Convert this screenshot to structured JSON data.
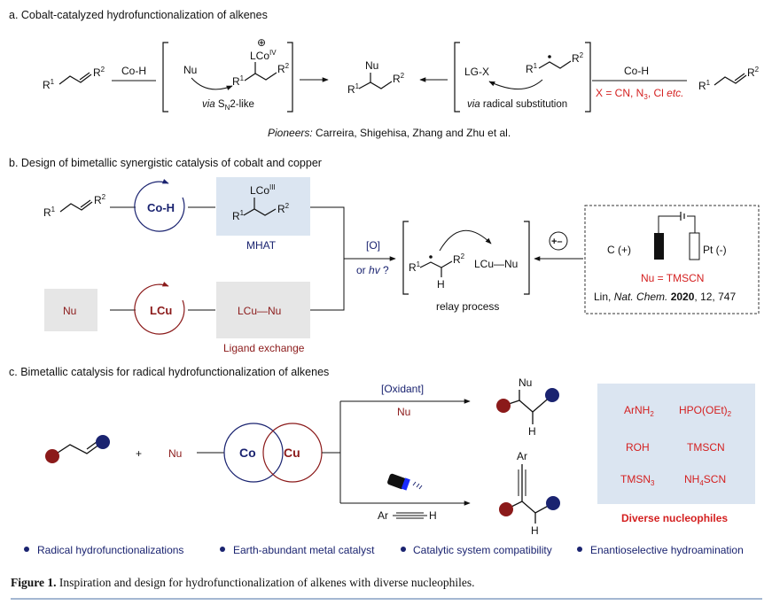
{
  "panel_a": {
    "title": "a. Cobalt-catalyzed hydrofunctionalization of alkenes",
    "left_alkene": {
      "r1": "R",
      "r1_sup": "1",
      "r2": "R",
      "r2_sup": "2"
    },
    "coh_left": "Co-H",
    "nu": "Nu",
    "lco_plus": "⊕",
    "lco": "LCo",
    "lco_sup": "IV",
    "r1": "R",
    "r1_sup": "1",
    "r2": "R",
    "r2_sup": "2",
    "via_sn2_prefix": "via",
    "via_sn2_main": " S",
    "via_sn2_sub": "N",
    "via_sn2_suffix": "2-like",
    "product_nu": "Nu",
    "product_r1": "R",
    "product_r1_sup": "1",
    "product_r2": "R",
    "product_r2_sup": "2",
    "lgx": "LG-X",
    "rad_r1": "R",
    "rad_r1_sup": "1",
    "rad_r2": "R",
    "rad_r2_sup": "2",
    "via_radical_prefix": "via",
    "via_radical_suffix": " radical substitution",
    "coh_right": "Co-H",
    "x_list": "X = CN, N",
    "x_list_sub": "3",
    "x_list_tail": ", Cl ",
    "x_list_etc": "etc.",
    "right_alkene": {
      "r1": "R",
      "r1_sup": "1",
      "r2": "R",
      "r2_sup": "2"
    },
    "pioneers_label": "Pioneers:",
    "pioneers_text": " Carreira, Shigehisa, Zhang and Zhu et al."
  },
  "panel_b": {
    "title": "b. Design of bimetallic synergistic catalysis of cobalt and copper",
    "alkene": {
      "r1": "R",
      "r1_sup": "1",
      "r2": "R",
      "r2_sup": "2"
    },
    "coh": "Co-H",
    "lcoiii": "LCo",
    "lcoiii_sup": "III",
    "mhat_r1": "R",
    "mhat_r1_sup": "1",
    "mhat_r2": "R",
    "mhat_r2_sup": "2",
    "mhat": "MHAT",
    "nu": "Nu",
    "lcu": "LCu",
    "lcu_nu": "LCu—Nu",
    "ligand_exchange": "Ligand exchange",
    "oxidant": "[O]",
    "or_hv_prefix": "or ",
    "or_hv_italic": "hv",
    "or_hv_suffix": " ?",
    "relay_r1": "R",
    "relay_r1_sup": "1",
    "relay_r2": "R",
    "relay_r2_sup": "2",
    "relay_h": "H",
    "relay_lcu_nu": "LCu—Nu",
    "relay_process": "relay process",
    "electro_sign": "+–",
    "anode": "C (+)",
    "cathode": "Pt (-)",
    "nu_tmscn": "Nu = TMSCN",
    "ref_author": "Lin, ",
    "ref_journal": "Nat. Chem.",
    "ref_year": " 2020",
    "ref_tail": ", 12, 747"
  },
  "panel_c": {
    "title": "c. Bimetallic catalysis for radical hydrofunctionalization of alkenes",
    "plus": "+",
    "nu": "Nu",
    "co": "Co",
    "cu": "Cu",
    "oxidant": "[Oxidant]",
    "oxidant_nu": "Nu",
    "product_nu": "Nu",
    "ar_alkyne": "Ar",
    "alkyne_h": "H",
    "product_ar": "Ar",
    "product_h": "H",
    "nucleophiles": [
      {
        "main": "ArNH",
        "sub": "2",
        "tail": ""
      },
      {
        "main": "HPO(OEt)",
        "sub": "2",
        "tail": ""
      },
      {
        "main": "ROH",
        "sub": "",
        "tail": ""
      },
      {
        "main": "TMSCN",
        "sub": "",
        "tail": ""
      },
      {
        "main": "TMSN",
        "sub": "3",
        "tail": ""
      },
      {
        "main": "NH",
        "sub": "4",
        "tail": "SCN"
      }
    ],
    "diverse": "Diverse nucleophiles",
    "features": [
      "Radical hydrofunctionalizations",
      "Earth-abundant metal catalyst",
      "Catalytic system compatibility",
      "Enantioselective hydroamination"
    ]
  },
  "caption": {
    "label": "Figure 1.",
    "text": " Inspiration and design for hydrofunctionalization of alkenes with diverse nucleophiles."
  },
  "colors": {
    "navy": "#1a2370",
    "darkred": "#8b1a1a",
    "red": "#d42020",
    "blue_panel": "#dbe5f1",
    "gray_panel": "#e6e6e6"
  }
}
